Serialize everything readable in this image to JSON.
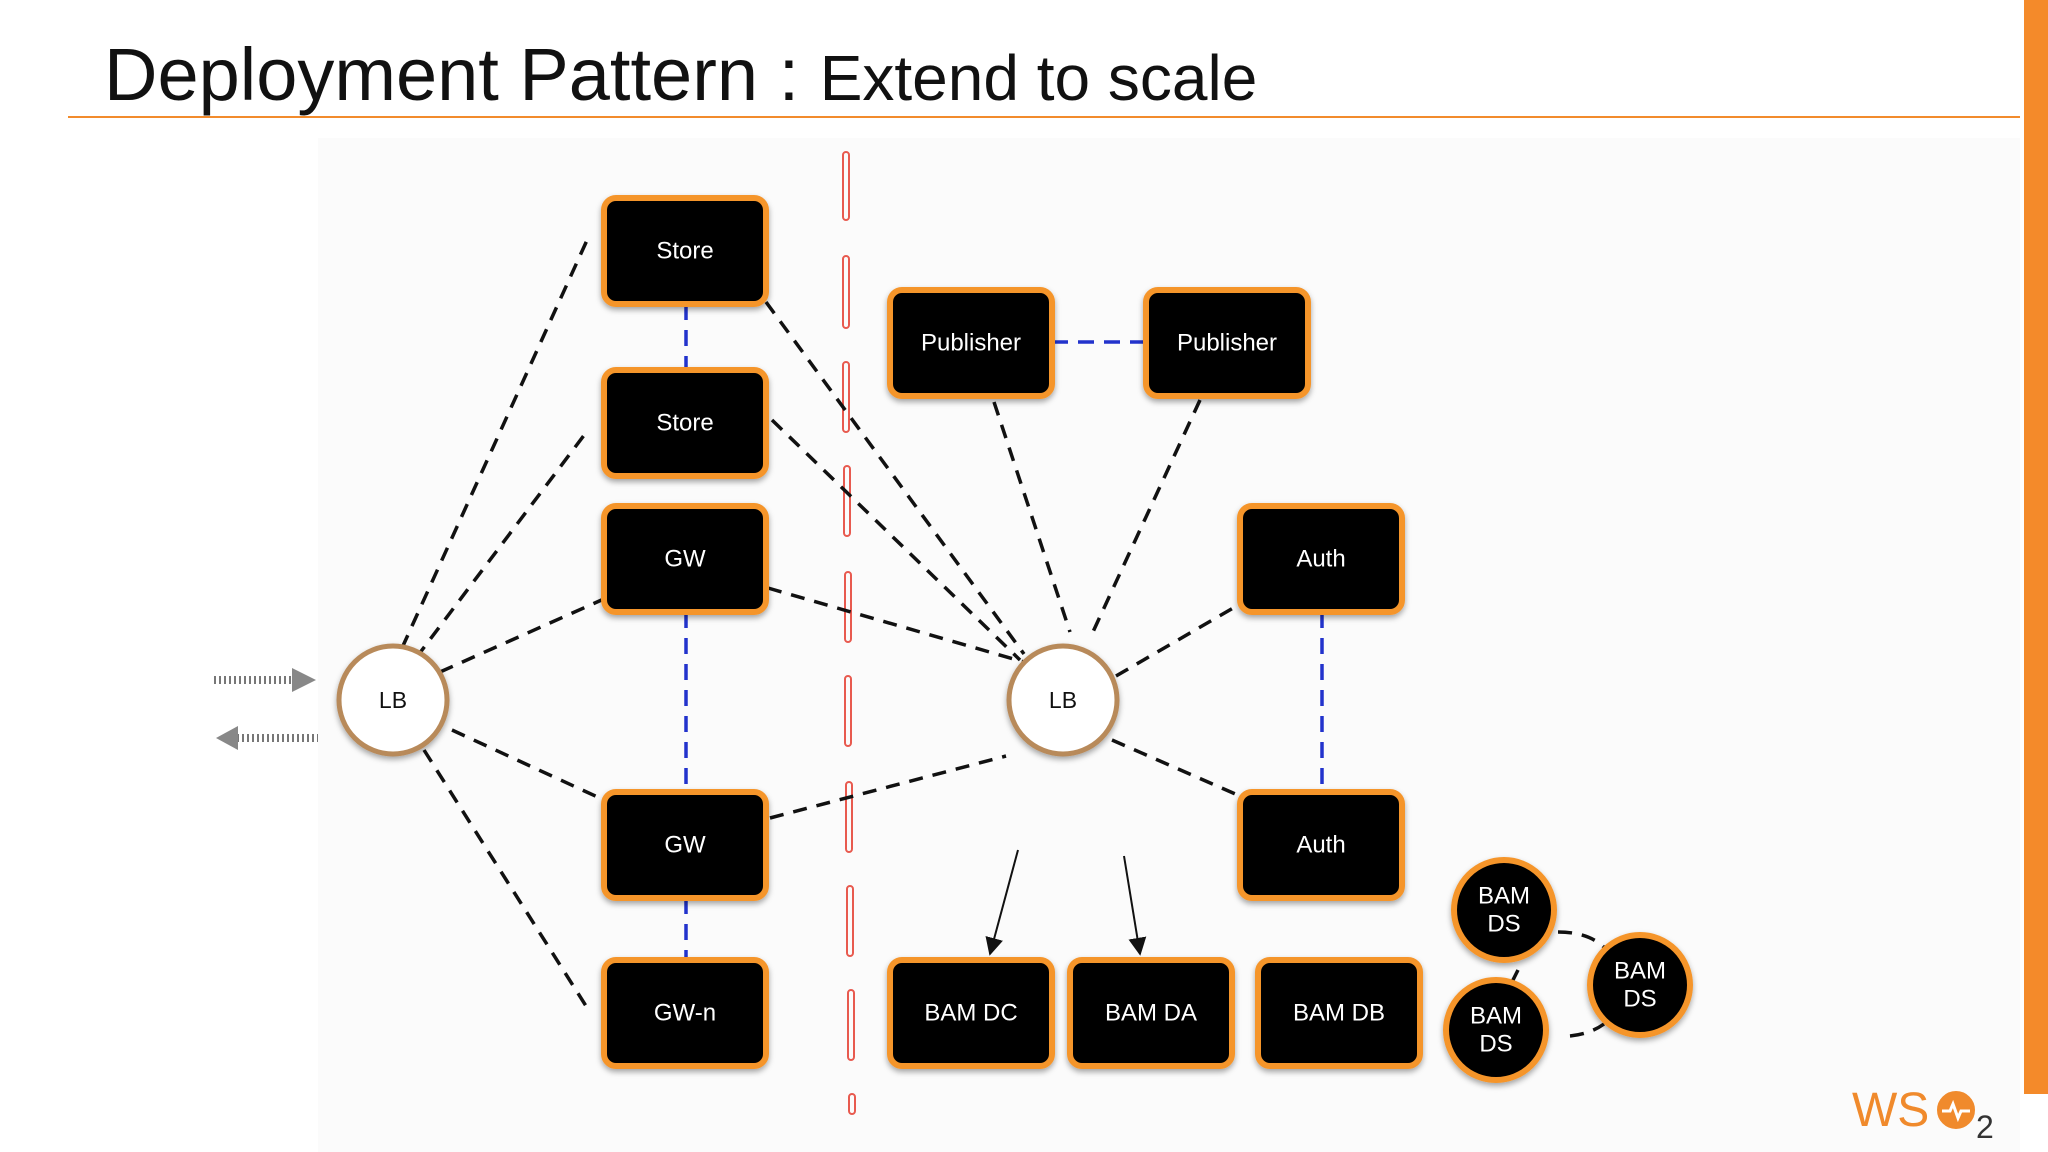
{
  "title": {
    "main": "Deployment Pattern : ",
    "sub": "Extend to scale"
  },
  "colors": {
    "accent": "#f48a2a",
    "node_fill": "#000000",
    "node_border": "#f5952a",
    "connection": "#111111",
    "replication": "#2233cc",
    "zone_boundary": "#e85a4f",
    "lb_fill": "#ffffff",
    "lb_border": "#b88a5a"
  },
  "diagram": {
    "traffic_icons": [
      "incoming-arrow-icon",
      "outgoing-arrow-icon"
    ],
    "load_balancers": [
      "LB",
      "LB"
    ],
    "left_nodes": {
      "store_1": "Store",
      "store_2": "Store",
      "gw_1": "GW",
      "gw_2": "GW",
      "gw_n": "GW-n"
    },
    "right_nodes": {
      "publisher_1": "Publisher",
      "publisher_2": "Publisher",
      "auth_1": "Auth",
      "auth_2": "Auth"
    },
    "bam_nodes": {
      "dc": "BAM DC",
      "da": "BAM DA",
      "db": "BAM DB"
    },
    "bam_ds": {
      "line1": "BAM",
      "line2": "DS"
    }
  },
  "logo": {
    "text": "WS",
    "subscript": "2",
    "icon": "wso2-logo-icon"
  }
}
